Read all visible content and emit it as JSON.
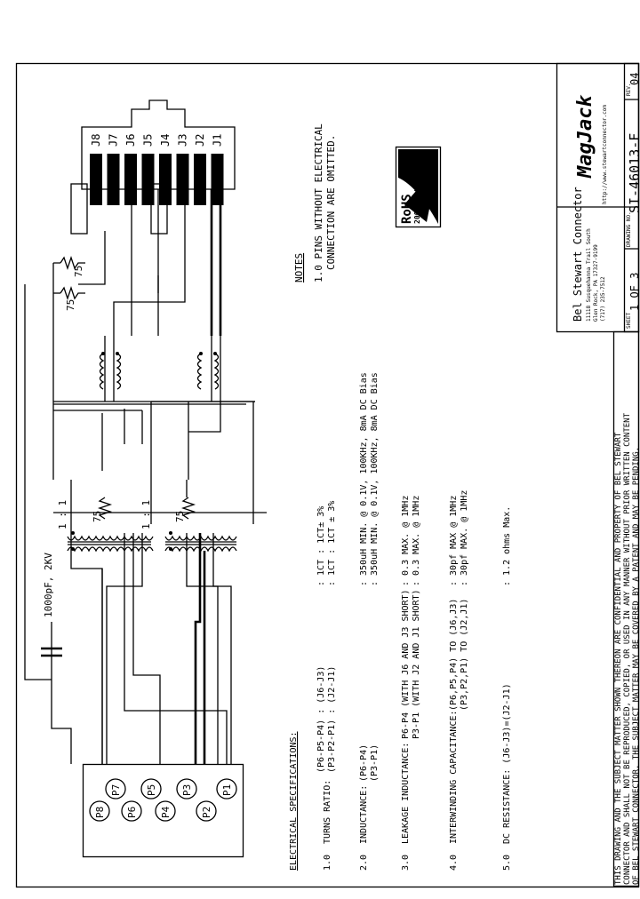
{
  "title_block": {
    "company": "Bel Stewart Connector",
    "address_line1": "11118 Susquehanna Trail South",
    "address_line2": "Glen Rock, PA 17327-9199",
    "phone": "(717) 235-7512",
    "brand": "MagJack",
    "website": "http://www.stewartconnector.com",
    "sheet_label": "SHEET",
    "sheet_value": "1 OF 3",
    "drawing_no_label": "DRAWING NO.",
    "drawing_no_value": "SI-46013-F",
    "rev_label": "REV.",
    "rev_value": "04"
  },
  "rohs": {
    "title": "RoHS",
    "directive": "2002/95/EC"
  },
  "notes": {
    "heading": "NOTES",
    "line1": "1.0 PINS WITHOUT ELECTRICAL",
    "line2": "CONNECTION ARE OMITTED."
  },
  "connector_pins": [
    "J8",
    "J7",
    "J6",
    "J5",
    "J4",
    "J3",
    "J2",
    "J1"
  ],
  "module_pins": [
    "P8",
    "P7",
    "P6",
    "P5",
    "P4",
    "P3",
    "P2",
    "P1"
  ],
  "schematic_labels": {
    "capacitor": "1000pF, 2KV",
    "resistor": "75",
    "ratio": "1 : 1"
  },
  "specs": {
    "heading": "ELECTRICAL SPECIFICATIONS:",
    "s1_num": "1.0",
    "s1_label": "TURNS RATIO:",
    "s1_a": "(P6-P5-P4) : (J6-J3)",
    "s1_b": "(P3-P2-P1) : (J2-J1)",
    "s1_va": ": 1CT : 1CT± 3%",
    "s1_vb": ": 1CT : 1CT ± 3%",
    "s2_num": "2.0",
    "s2_label": "INDUCTANCE:",
    "s2_a": "(P6-P4)",
    "s2_b": "(P3-P1)",
    "s2_va": ": 350uH MIN. @ 0.1V, 100KHz, 8mA DC Bias",
    "s2_vb": ": 350uH MIN. @ 0.1V, 100KHz, 8mA DC Bias",
    "s3_num": "3.0",
    "s3_label": "LEAKAGE INDUCTANCE:",
    "s3_a": "P6-P4 (WITH J6 AND J3 SHORT)",
    "s3_b": "P3-P1 (WITH J2 AND J1 SHORT)",
    "s3_va": ": 0.3 MAX. @ 1MHz",
    "s3_vb": ": 0.3 MAX. @ 1MHz",
    "s4_num": "4.0",
    "s4_label": "INTERWINDING CAPACITANCE:",
    "s4_a": "(P6,P5,P4) TO (J6,J3)",
    "s4_b": "(P3,P2,P1) TO (J2,J1)",
    "s4_va": ": 30pf MAX @ 1MHz",
    "s4_vb": ": 30pf MAX. @ 1MHz",
    "s5_num": "5.0",
    "s5_label": "DC RESISTANCE: (J6-J3)=(J2-J1)",
    "s5_v": ": 1.2 ohms Max."
  },
  "confidential": {
    "line1": "THIS DRAWING AND THE SUBJECT MATTER SHOWN THEREON ARE CONFIDENTIAL AND PROPERTY OF BEL STEWART",
    "line2": "CONNECTOR AND SHALL NOT BE REPRODUCED, COPIED, OR USED IN ANY MANNER WITHOUT PRIOR WRITTEN CONTENT",
    "line3": "OF BEL STEWART CONNECTOR. THE SUBJECT MATTER MAY BE COVERED BY A PATENT AND MAY BE PENDING."
  }
}
